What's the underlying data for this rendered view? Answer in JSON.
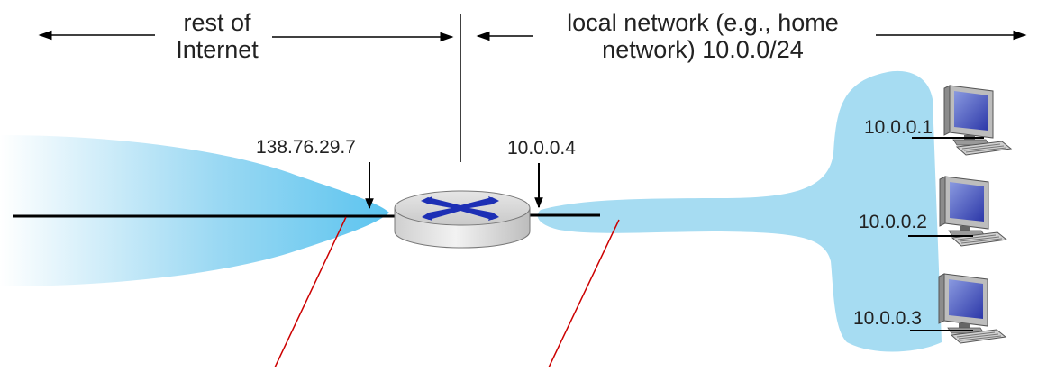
{
  "labels": {
    "rest_of_internet_line1": "rest of",
    "rest_of_internet_line2": "Internet",
    "local_network_line1": "local network (e.g., home",
    "local_network_line2": "network) 10.0.0/24"
  },
  "router": {
    "public_ip": "138.76.29.7",
    "local_ip": "10.0.0.4"
  },
  "hosts": [
    {
      "ip": "10.0.0.1"
    },
    {
      "ip": "10.0.0.2"
    },
    {
      "ip": "10.0.0.3"
    }
  ],
  "colors": {
    "network_blue": "#a6dcf2",
    "internet_gradient_dark": "#5cc4ef",
    "arrow": "#000000",
    "pointer_red": "#cc0000",
    "router_body": "#d8d8d8",
    "router_x": "#1d2fb5"
  },
  "icons": [
    "router-icon",
    "computer-icon"
  ]
}
